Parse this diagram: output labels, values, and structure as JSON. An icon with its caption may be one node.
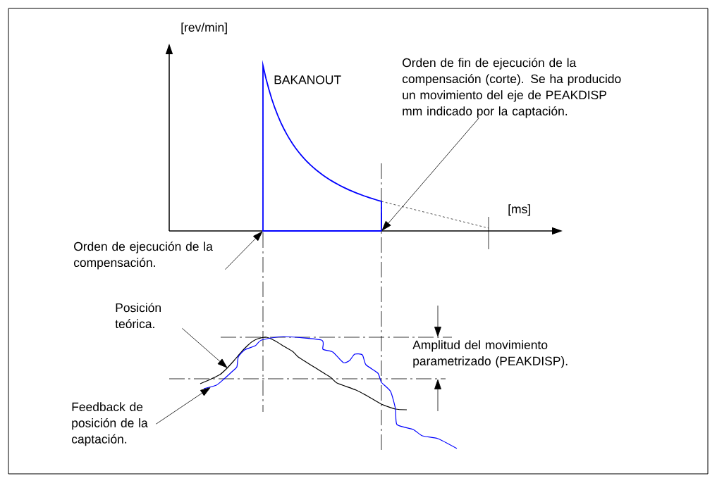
{
  "diagram": {
    "nodes": [
      {
        "text": [
          "Orden de fin de ejecución de la compensación (corte). Se ha producido un movimiento del eje de PEAKDISP mm indicado por la captación."
        ]
      },
      {
        "text": [
          "Orden de ejecución de la compensación."
        ]
      },
      {
        "text": [
          "Posición teórica."
        ]
      },
      {
        "text": [
          "Feedback de posición de la captación."
        ]
      },
      {
        "text": [],
        "shape": "curve"
      }
    ],
    "edges": [
      {
        "from": 0,
        "to": 4,
        "arrow": "to"
      },
      {
        "from": 1,
        "to": 4,
        "arrow": "to"
      },
      {
        "from": 2,
        "to": null,
        "arrow": "to"
      },
      {
        "from": 3,
        "to": null,
        "arrow": "to"
      }
    ],
    "labels": [
      "[rev/min]",
      "BAKANOUT",
      "[ms]",
      "Amplitud del movimiento parametrizado (PEAKDISP)."
    ]
  }
}
